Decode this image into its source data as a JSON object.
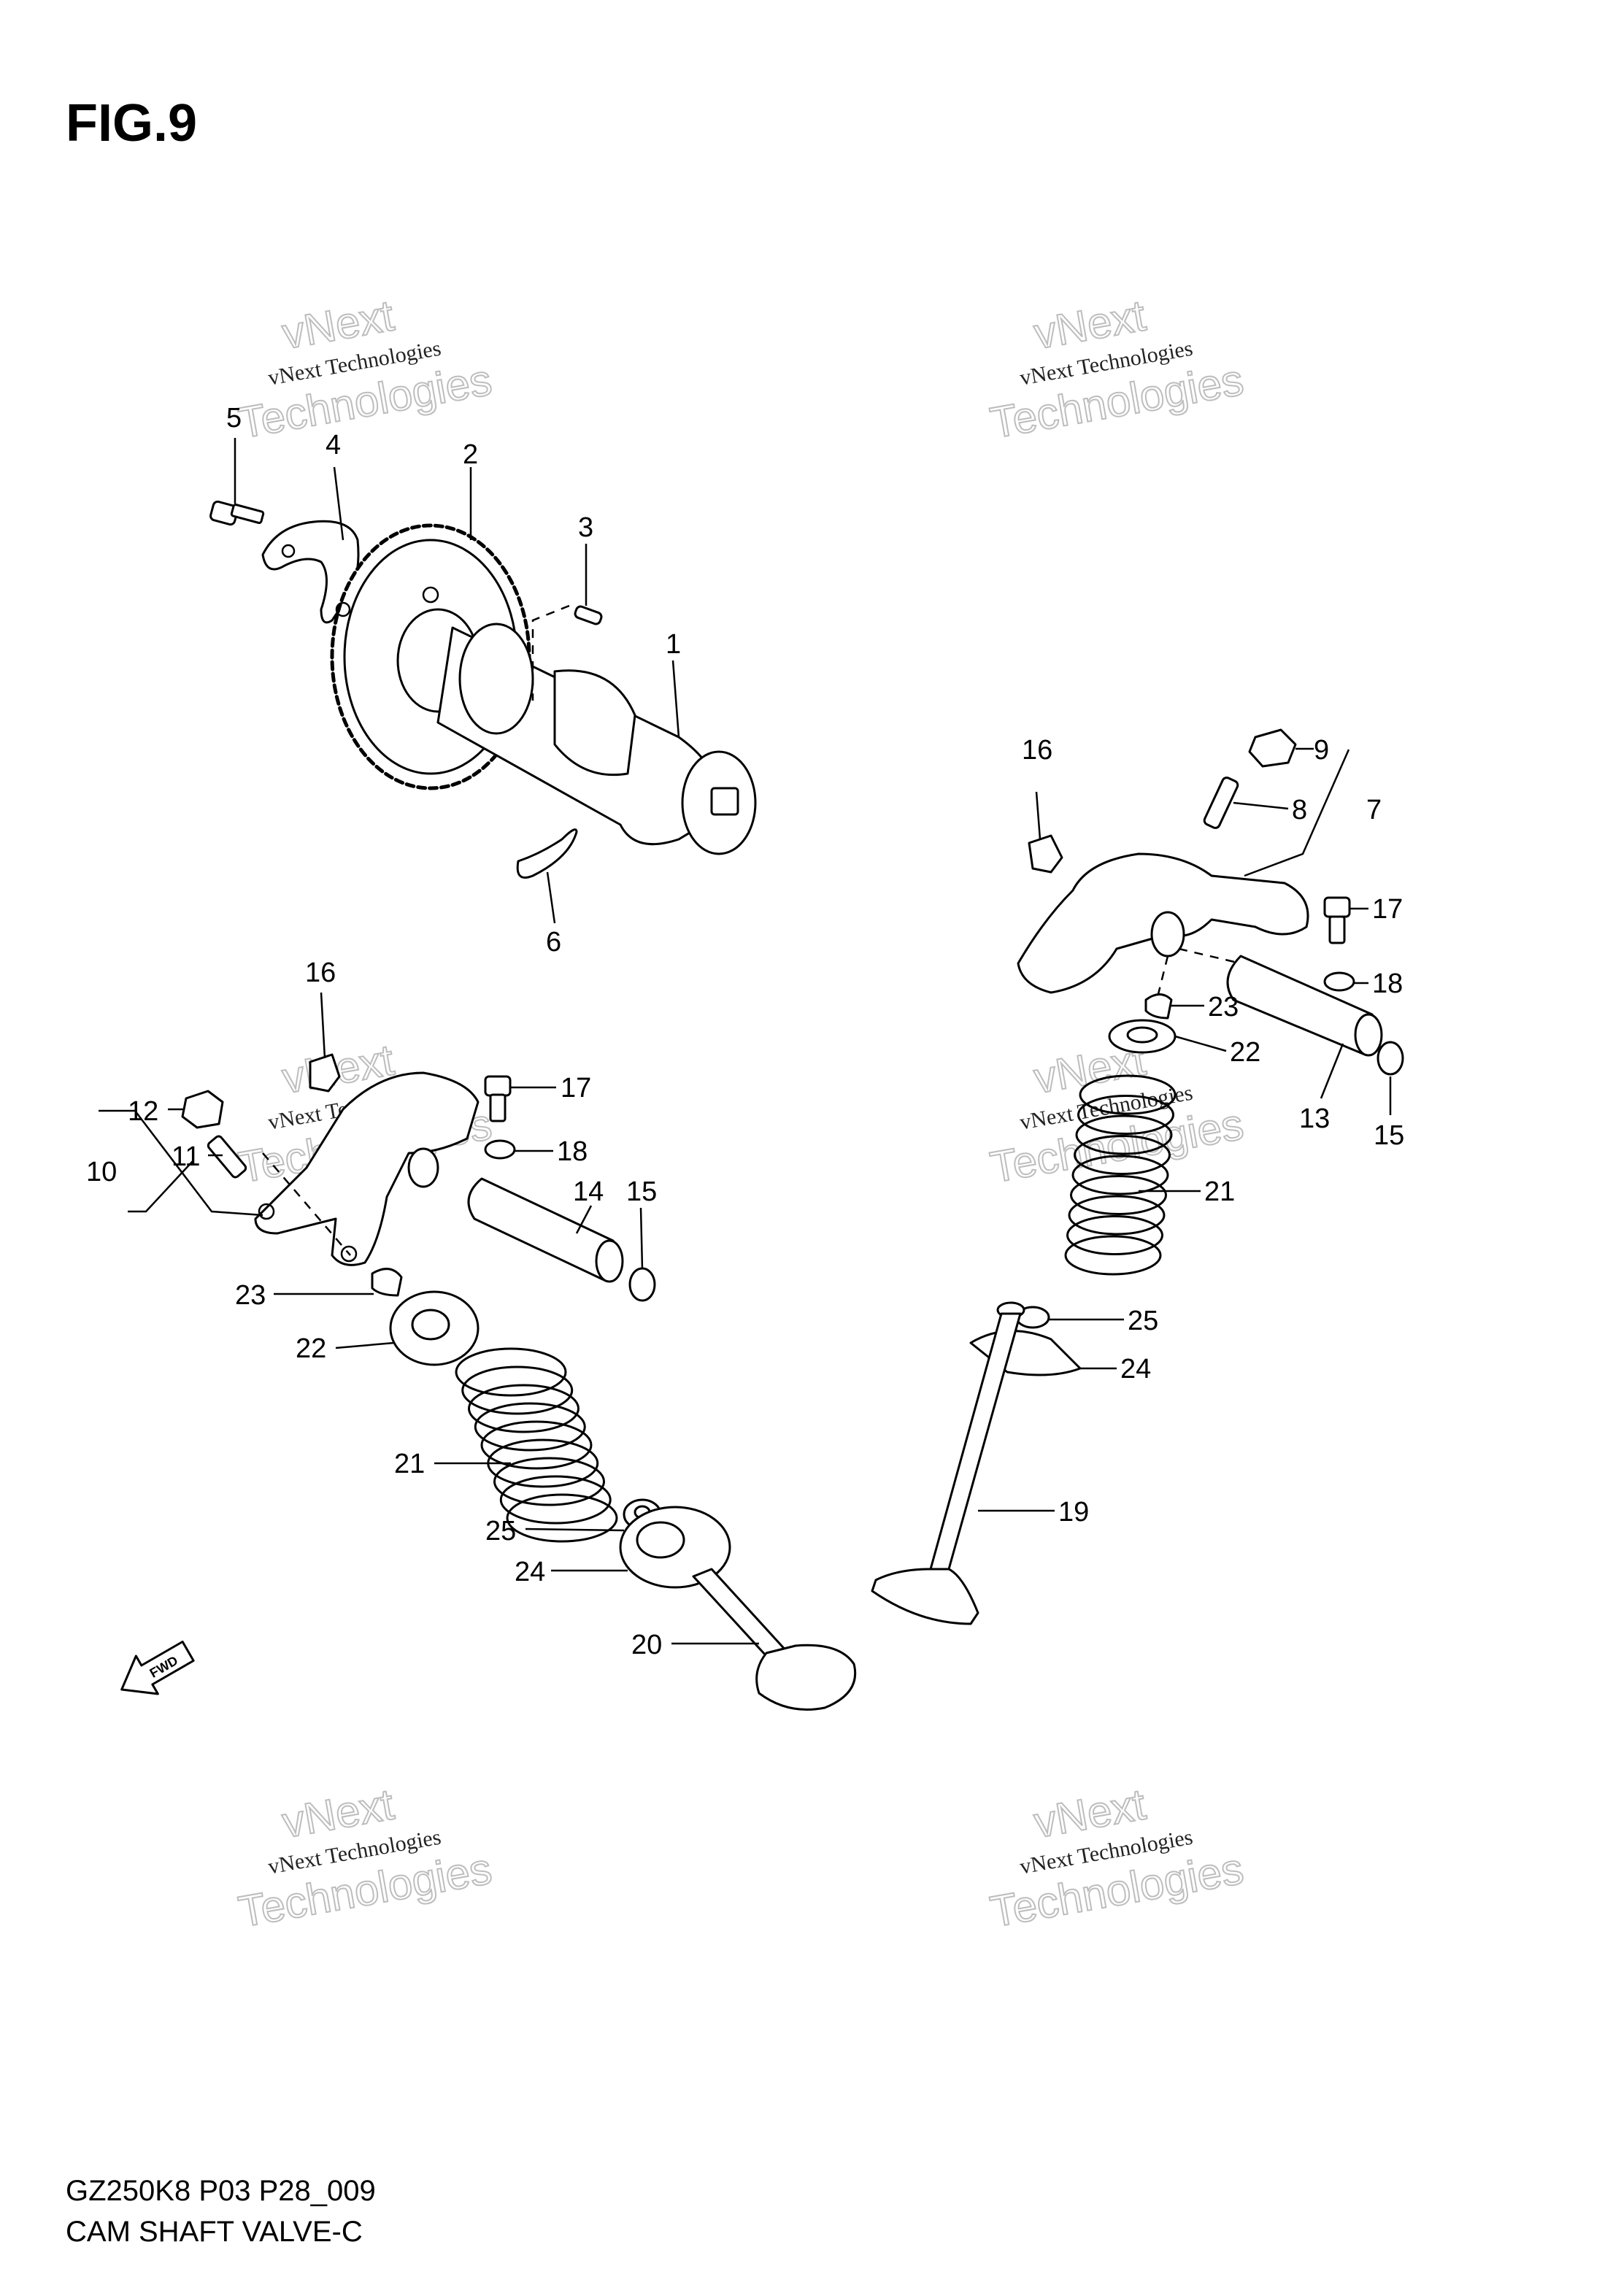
{
  "figure_label": "FIG.9",
  "footer": {
    "code": "GZ250K8 P03 P28_009",
    "title": "CAM SHAFT VALVE-C"
  },
  "fwd_label": "FWD",
  "watermark": {
    "line_a": "vNext Technologies",
    "line_b1": "vNext",
    "line_b2": "Technologies"
  },
  "callouts": {
    "c1": "1",
    "c2": "2",
    "c3": "3",
    "c4": "4",
    "c5": "5",
    "c6": "6",
    "c7": "7",
    "c8": "8",
    "c9": "9",
    "c10": "10",
    "c11": "11",
    "c12": "12",
    "c13": "13",
    "c14": "14",
    "c15a": "15",
    "c15b": "15",
    "c16a": "16",
    "c16b": "16",
    "c17a": "17",
    "c17b": "17",
    "c18a": "18",
    "c18b": "18",
    "c19": "19",
    "c20": "20",
    "c21a": "21",
    "c21b": "21",
    "c22a": "22",
    "c22b": "22",
    "c23a": "23",
    "c23b": "23",
    "c24a": "24",
    "c24b": "24",
    "c25a": "25",
    "c25b": "25"
  }
}
